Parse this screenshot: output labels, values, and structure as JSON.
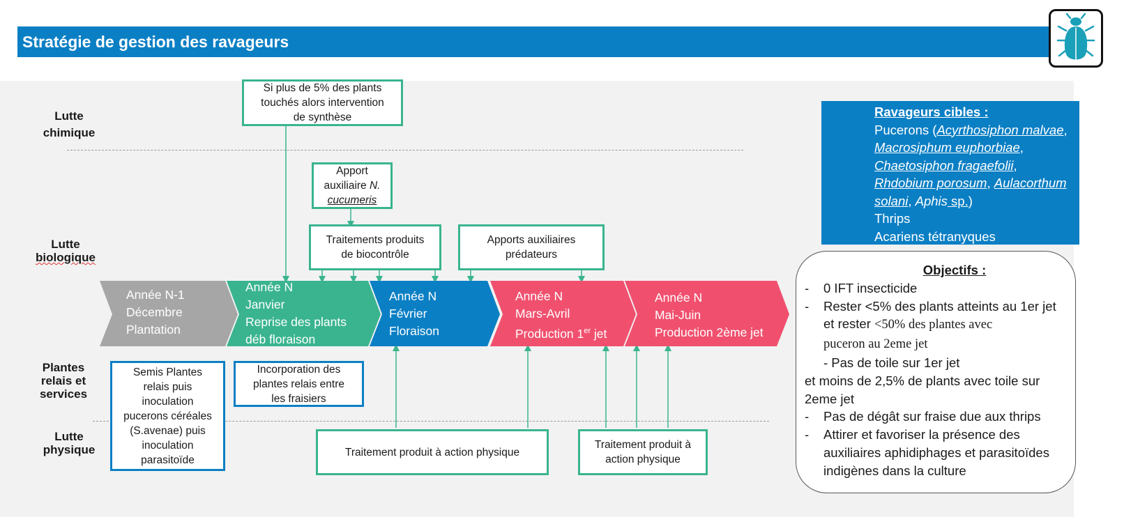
{
  "header": {
    "title": "Stratégie de gestion des ravageurs"
  },
  "logo": {
    "icon": "beetle-icon",
    "color": "#1aa0b8"
  },
  "colors": {
    "blue": "#0b7fc4",
    "green": "#3ab48f",
    "teal": "#3ab48f",
    "gray": "#a6a6a6",
    "pink": "#f0506e"
  },
  "row_labels": {
    "chimique": [
      "Lutte",
      "chimique"
    ],
    "biologique": [
      "Lutte",
      "biologique"
    ],
    "plantes": [
      "Plantes",
      "relais et",
      "services"
    ],
    "physique": [
      "Lutte",
      "physique"
    ]
  },
  "boxes": {
    "chemical": [
      "Si plus de 5% des plants",
      "touchés alors intervention",
      "de synthèse"
    ],
    "auxiliaire_line1": "Apport",
    "auxiliaire_line2": "auxiliaire ",
    "auxiliaire_italic1": "N.",
    "auxiliaire_italic2": "cucumeris",
    "biocontrole": [
      "Traitements produits",
      "de biocontrôle"
    ],
    "predateurs": [
      "Apports auxiliaires",
      "prédateurs"
    ],
    "semis": [
      "Semis Plantes",
      "relais puis",
      "inoculation",
      "pucerons céréales",
      "(S.avenae) puis",
      "inoculation",
      "parasitoïde"
    ],
    "incorporation": [
      "Incorporation des",
      "plantes relais entre",
      "les fraisiers"
    ],
    "physique1": "Traitement produit à action physique",
    "physique2": [
      "Traitement produit à",
      "action physique"
    ]
  },
  "timeline": [
    {
      "lines": [
        "Année N-1",
        "Décembre",
        "Plantation"
      ]
    },
    {
      "lines": [
        "Année N",
        "Janvier",
        "Reprise des plants",
        "déb floraison"
      ]
    },
    {
      "lines": [
        "Année N",
        "Février",
        "Floraison"
      ]
    },
    {
      "lines": [
        "Année N",
        "Mars-Avril"
      ],
      "last_pre": "Production 1",
      "last_sup": "er",
      "last_post": " jet"
    },
    {
      "lines": [
        "Année N",
        "Mai-Juin",
        "Production 2ème jet"
      ]
    }
  ],
  "targets": {
    "title": "Ravageurs cibles :",
    "pucerons_pre": "Pucerons (",
    "species": [
      "Acyrthosiphon malvae",
      "Macrosiphum euphorbiae",
      "Chaetosiphon fragaefolii",
      "Rhdobium porosum",
      "Aulacorthum",
      "solani",
      "Aphis"
    ],
    "sep_comma": ",",
    "sp": " sp.",
    "close": ")",
    "thrips": "Thrips",
    "acariens": "Acariens tétranyques"
  },
  "objectifs": {
    "title": "Objectifs :",
    "dash": "-",
    "item1": "0 IFT  insecticide",
    "item2a": "Rester <5% des plants atteints au 1er jet",
    "item2b": "et rester ",
    "item2c": "<50% des plantes avec",
    "item2d": "puceron  au 2eme jet",
    "item3a": "- Pas de toile sur 1er jet",
    "item3b": " et moins de 2,5% de plants avec toile sur",
    "item3c": "2eme jet",
    "item4": "Pas de dégât sur fraise due aux thrips",
    "item5a": "Attirer et favoriser la présence des",
    "item5b": "auxiliaires aphidiphages et parasitoïdes",
    "item5c": "indigènes dans la culture"
  }
}
